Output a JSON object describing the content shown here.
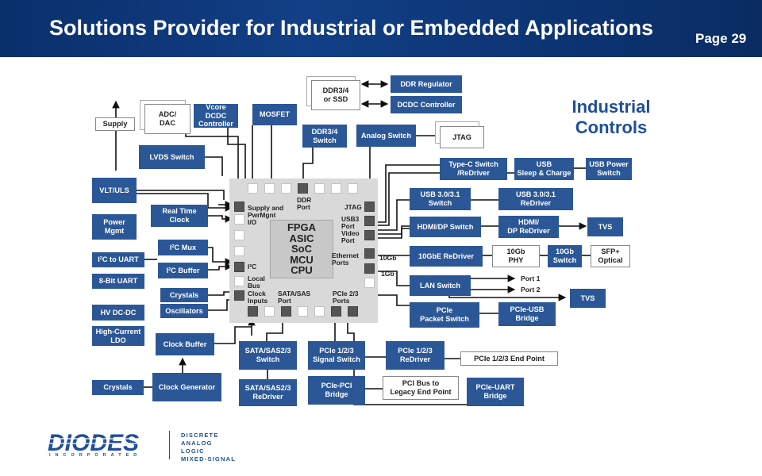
{
  "header": {
    "title": "Solutions Provider for Industrial or Embedded Applications",
    "page": "Page 29"
  },
  "section_title": "Industrial\nControls",
  "core_label": "FPGA\nASIC\nSoC\nMCU\nCPU",
  "blocks": {
    "supply": "Supply",
    "adc_dac": "ADC/\nDAC",
    "vcore_dcdc": "Vcore\nDCDC\nController",
    "mosfet": "MOSFET",
    "ddr_ssd": "DDR3/4\nor SSD",
    "ddr_regulator": "DDR Regulator",
    "dcdc_controller": "DCDC Controller",
    "ddr_switch": "DDR3/4\nSwitch",
    "analog_switch": "Analog Switch",
    "jtag": "JTAG",
    "lvds_switch": "LVDS Switch",
    "vlt_uls": "VLT/ULS",
    "power_mgmt": "Power\nMgmt",
    "rtc": "Real Time\nClock",
    "i2c_mux": "I²C Mux",
    "i2c_to_uart": "I²C to UART",
    "i2c_buffer": "I²C Buffer",
    "uart_8bit": "8-Bit UART",
    "crystals_top": "Crystals",
    "oscillators": "Oscillators",
    "hv_dcdc": "HV DC-DC",
    "hc_ldo": "High-Current\nLDO",
    "clock_buffer": "Clock Buffer",
    "crystals_bottom": "Crystals",
    "clock_generator": "Clock Generator",
    "sata_switch": "SATA/SAS2/3\nSwitch",
    "sata_redriver": "SATA/SAS2/3\nReDriver",
    "pcie_signal_switch": "PCIe 1/2/3\nSignal Switch",
    "pcie_redriver": "PCIe 1/2/3\nReDriver",
    "pcie_endpoint": "PCIe 1/2/3  End Point",
    "pcie_pci_bridge": "PCIe-PCI\nBridge",
    "pci_legacy": "PCI Bus to\nLegacy End Point",
    "pcie_uart": "PCIe-UART\nBridge",
    "typec_switch": "Type-C Switch\n/ReDriver",
    "usb_sleep": "USB\nSleep & Charge",
    "usb_power_switch": "USB Power\nSwitch",
    "usb3_switch": "USB 3.0/3.1\nSwitch",
    "usb3_redriver": "USB 3.0/3.1\nReDriver",
    "hdmi_switch": "HDMI/DP Switch",
    "hdmi_redriver": "HDMI/\nDP ReDriver",
    "tvs_top": "TVS",
    "gbe_redriver": "10GbE ReDriver",
    "phy_10gb": "10Gb\nPHY",
    "switch_10gb": "10Gb\nSwitch",
    "sfp": "SFP+\nOptical",
    "lan_switch": "LAN Switch",
    "tvs_bottom": "TVS",
    "pcie_packet_switch": "PCIe\nPacket Switch",
    "pcie_usb_bridge": "PCIe-USB\nBridge"
  },
  "chip_labels": {
    "supply_io": "Supply and\nPwrMgnt\nI/O",
    "i2c": "I²C",
    "local_bus": "Local\nBus",
    "clock_inputs": "Clock\nInputs",
    "sata_port": "SATA/SAS\nPort",
    "pcie_ports": "PCIe 2/3\nPorts",
    "ddr_port": "DDR\nPort",
    "jtag": "JTAG",
    "usb3_port": "USB3\nPort",
    "video_port": "Video\nPort",
    "ethernet_ports": "Ethernet\nPorts"
  },
  "side_labels": {
    "tenGb": "10Gb",
    "oneGb": "1Gb",
    "port1": "Port 1",
    "port2": "Port 2"
  },
  "logo": {
    "name": "DIODES",
    "sub": "INCORPORATED",
    "tagline": [
      "DISCRETE",
      "ANALOG",
      "LOGIC",
      "MIXED-SIGNAL"
    ]
  },
  "colors": {
    "header": "#0f3a7d",
    "block": "#2b5797",
    "accent_text": "#1f4e9c",
    "chip": "#d9d9d9"
  }
}
